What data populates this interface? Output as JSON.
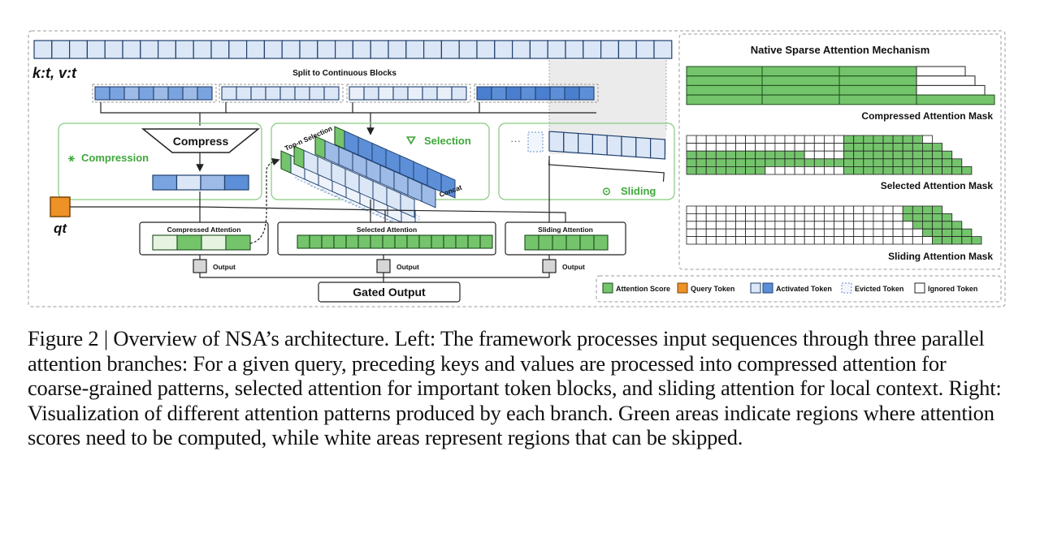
{
  "labels": {
    "kv": "k:t, v:t",
    "split": "Split to Continuous Blocks",
    "compress": "Compress",
    "compression": "Compression",
    "topn": "Top-n Selection",
    "selection": "Selection",
    "concat": "Concat",
    "sliding": "Sliding",
    "dots": "···",
    "query": "qt",
    "compressed_attention": "Compressed Attention",
    "selected_attention": "Selected Attention",
    "sliding_attention": "Sliding Attention",
    "output": "Output",
    "gated_output": "Gated Output"
  },
  "mechanism": {
    "title": "Native Sparse Attention Mechanism",
    "compressed_mask": "Compressed Attention Mask",
    "selected_mask": "Selected Attention Mask",
    "sliding_mask": "Sliding Attention Mask"
  },
  "legend": [
    {
      "label": "Attention Score",
      "kind": "score"
    },
    {
      "label": "Query Token",
      "kind": "query"
    },
    {
      "label": "Activated Token",
      "kind": "activated"
    },
    {
      "label": "Evicted Token",
      "kind": "evicted"
    },
    {
      "label": "Ignored Token",
      "kind": "ignored"
    }
  ],
  "colors": {
    "green": "#74c46c",
    "green_border": "#3c8a3a",
    "light_green": "#e6f3e1",
    "blue_light": "#dbe7f6",
    "blue_mid": "#9dbbe6",
    "blue_dark": "#5d8fd8",
    "orange": "#ee9126",
    "frame_green": "#86c97e",
    "dash": "#9a9a9a"
  },
  "caption": "Figure 2 | Overview of NSA’s architecture. Left: The framework processes input sequences through three parallel attention branches: For a given query, preceding keys and values are processed into compressed attention for coarse-grained patterns, selected attention for important token blocks, and sliding attention for local context. Right: Visualization of different attention patterns produced by each branch. Green areas indicate regions where attention scores need to be computed, while white areas represent regions that can be skipped."
}
